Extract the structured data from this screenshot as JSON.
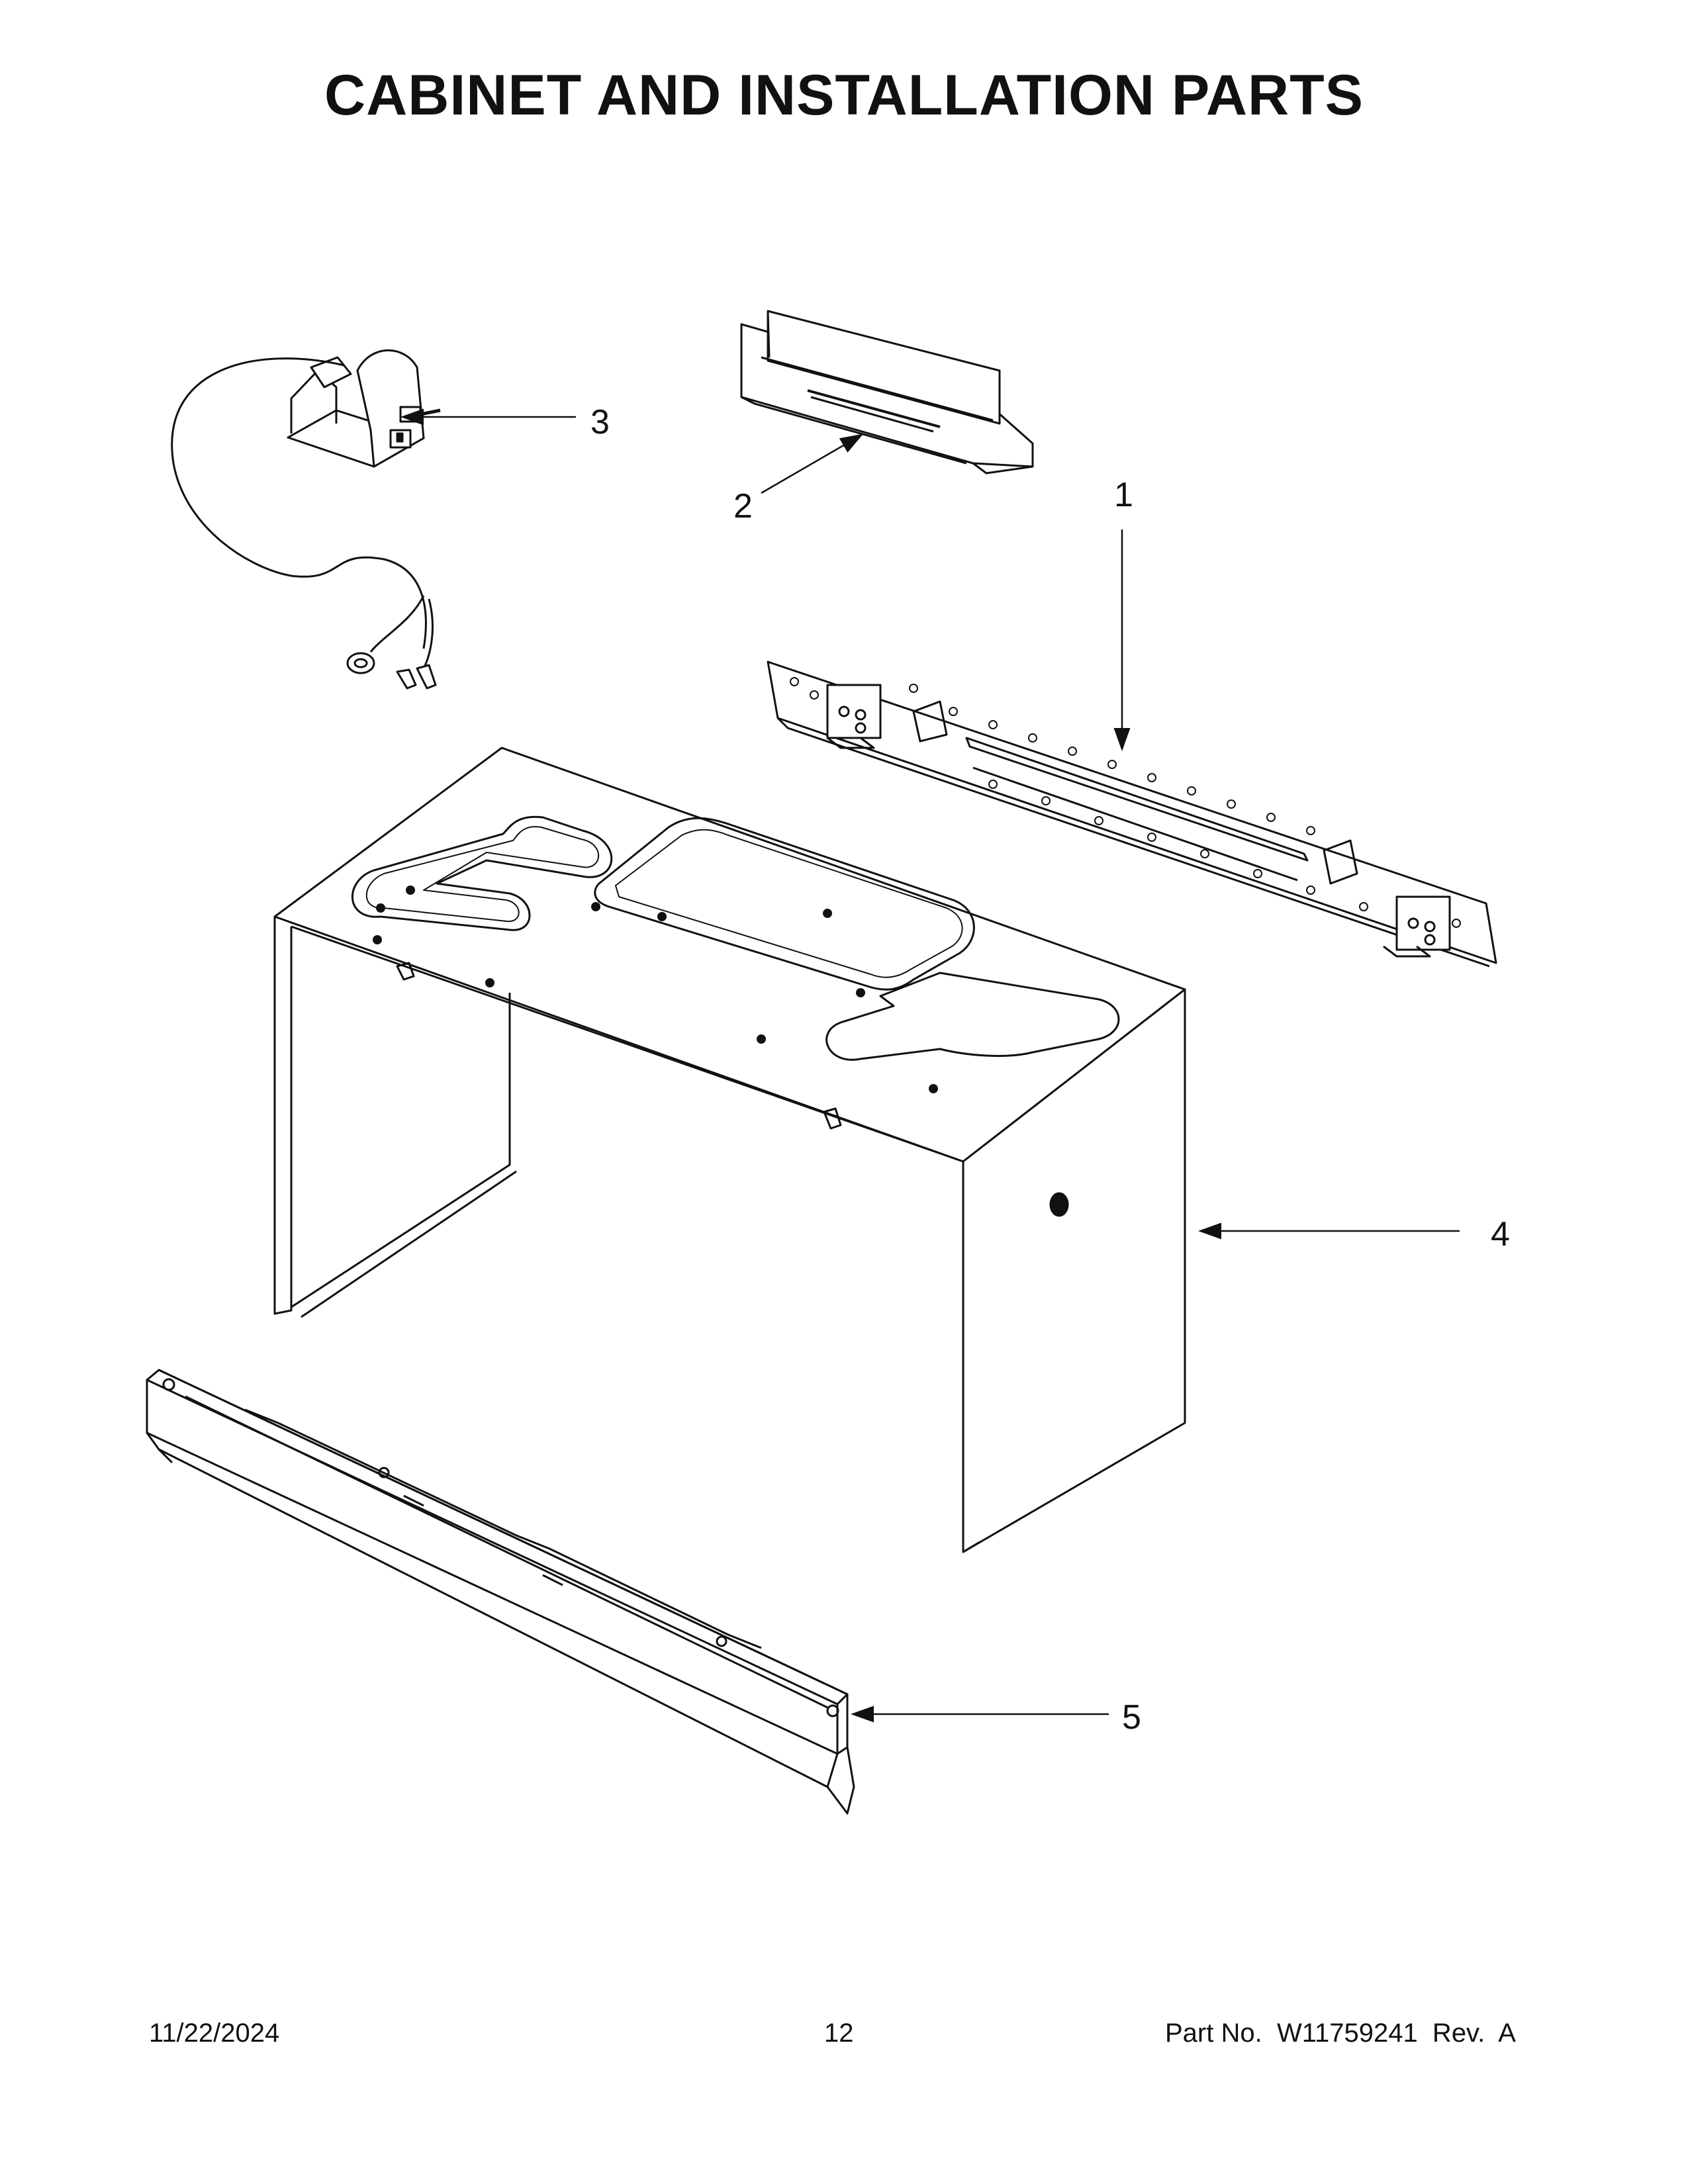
{
  "page": {
    "title": "CABINET AND INSTALLATION PARTS"
  },
  "callouts": [
    "1",
    "2",
    "3",
    "4",
    "5"
  ],
  "footer": {
    "date": "11/22/2024",
    "page_number": "12",
    "part_no": "Part No.  W11759241  Rev.  A"
  }
}
